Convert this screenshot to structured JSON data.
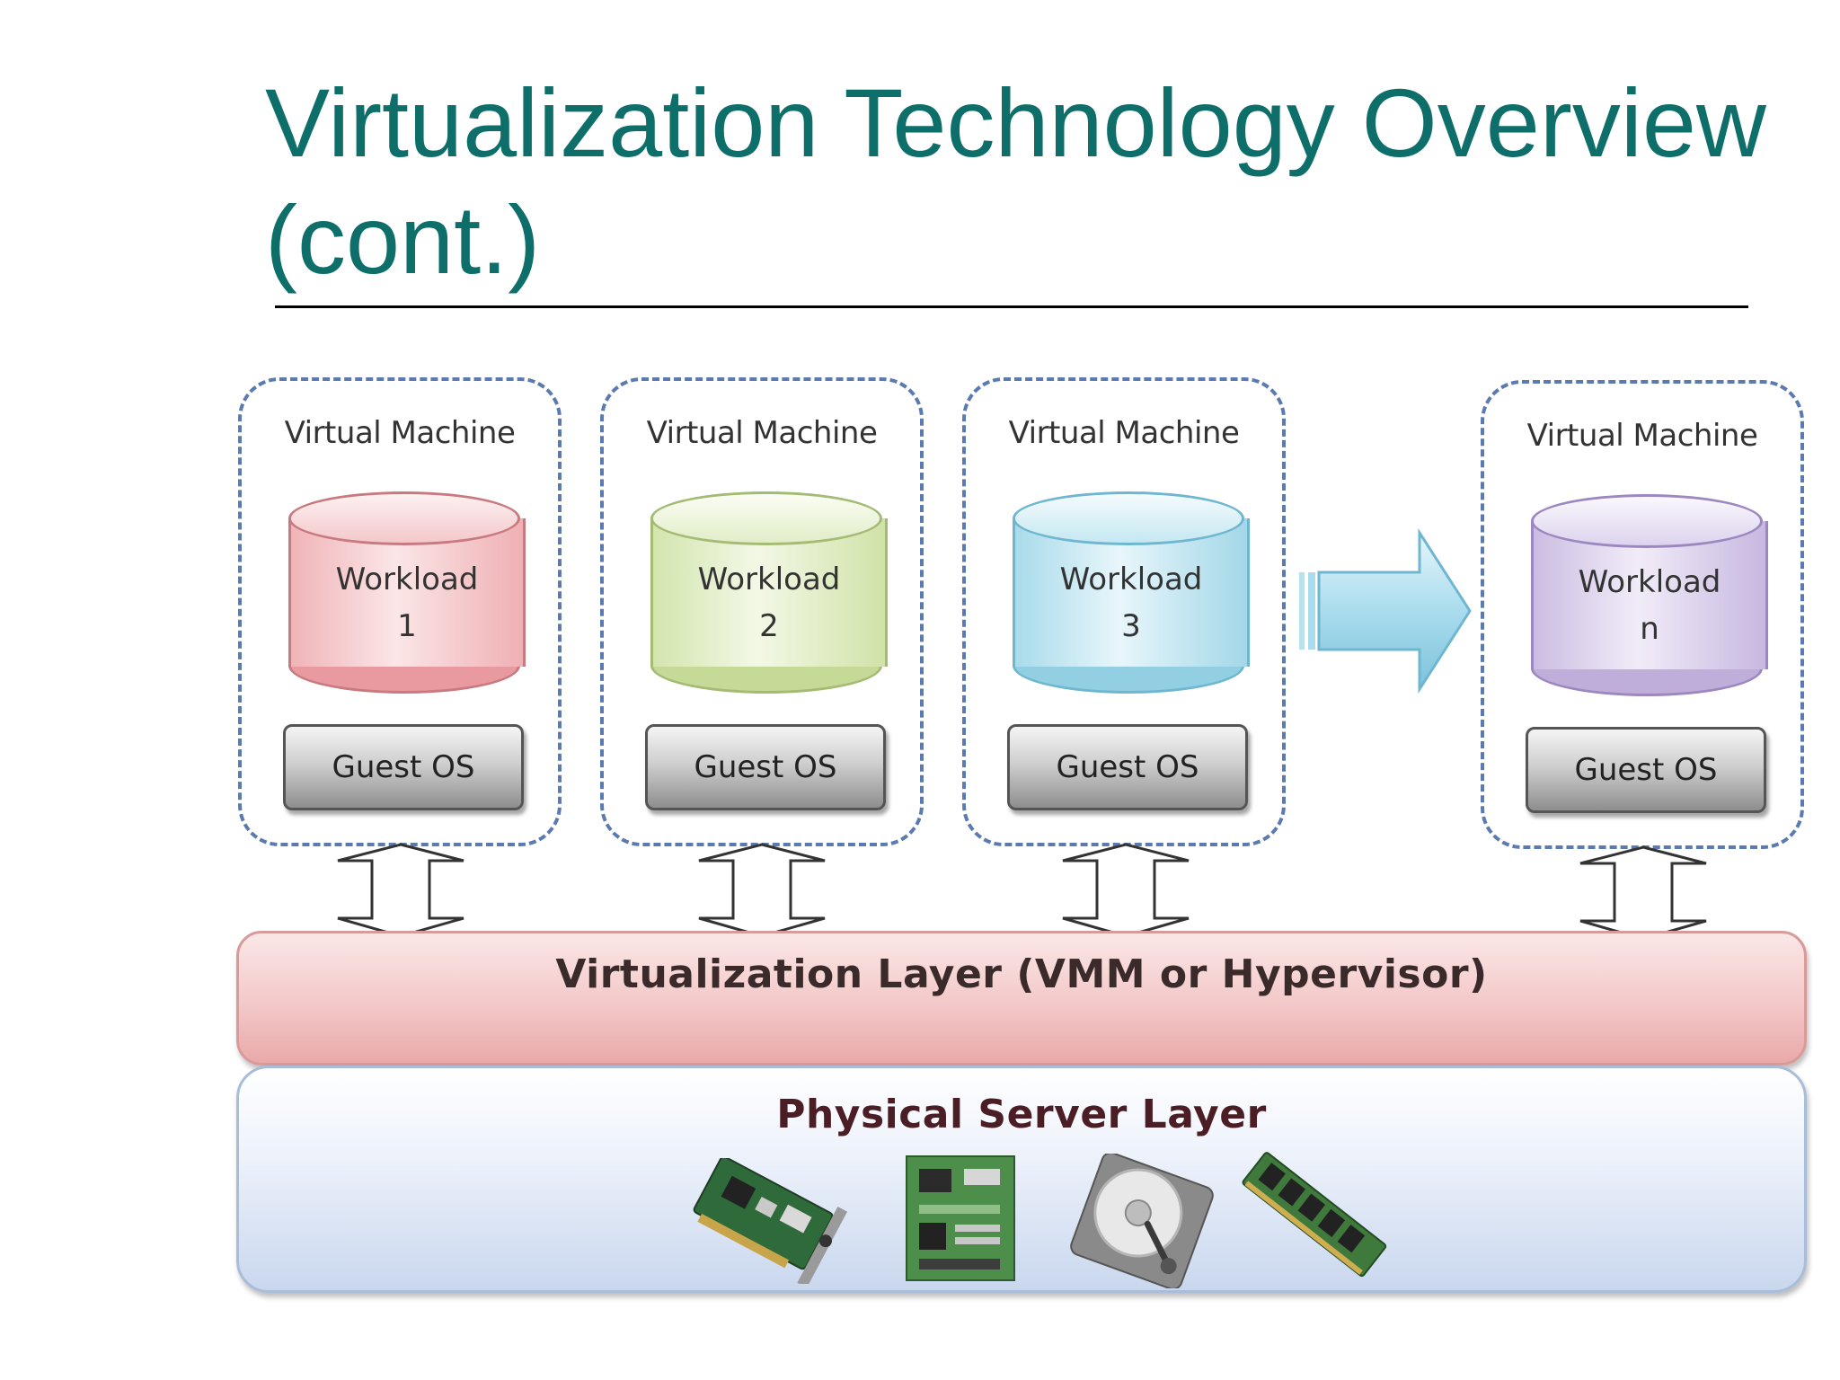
{
  "title": {
    "line1": "Virtualization Technology Overview",
    "line2": "(cont.)"
  },
  "virtual_machines": [
    {
      "label": "Virtual Machine",
      "workload": "Workload",
      "index": "1",
      "guest_os": "Guest OS",
      "color": "#e7a2a6"
    },
    {
      "label": "Virtual Machine",
      "workload": "Workload",
      "index": "2",
      "guest_os": "Guest OS",
      "color": "#c8dca2"
    },
    {
      "label": "Virtual Machine",
      "workload": "Workload",
      "index": "3",
      "guest_os": "Guest OS",
      "color": "#9fd4e6"
    },
    {
      "label": "Virtual Machine",
      "workload": "Workload",
      "index": "n",
      "guest_os": "Guest OS",
      "color": "#c3b3dc"
    }
  ],
  "virtualization_layer": "Virtualization Layer (VMM or Hypervisor)",
  "physical_layer": "Physical Server Layer",
  "hardware_icons": [
    "network-card-icon",
    "circuit-board-icon",
    "hard-disk-icon",
    "memory-module-icon"
  ],
  "colors": {
    "title": "#0e6f6a",
    "vm_border": "#5a7ab0",
    "virtualization_layer": "#f3c8c8",
    "physical_layer": "#c9d7ee",
    "arrow": "#9fd8ea"
  }
}
